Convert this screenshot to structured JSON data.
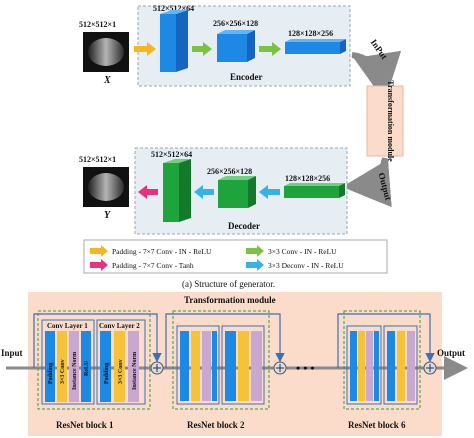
{
  "generator": {
    "input_dim": "512×512×1",
    "input_var": "X",
    "output_dim": "512×512×1",
    "output_var": "Y",
    "encoder": {
      "label": "Encoder",
      "dims": [
        "512×512×64",
        "256×256×128",
        "128×128×256"
      ]
    },
    "decoder": {
      "label": "Decoder",
      "dims": [
        "512×512×64",
        "256×256×128",
        "128×128×256"
      ]
    },
    "input_arrow_label": "InPut",
    "output_arrow_label": "Output",
    "transform_label": "Transformation module"
  },
  "legend": [
    {
      "label": "Padding - 7×7 Conv - IN - ReLU",
      "color": "#f5b622"
    },
    {
      "label": "3×3 Conv - IN - ReLU",
      "color": "#7cc242"
    },
    {
      "label": "Padding - 7×7 Conv - Tanh",
      "color": "#e8317f"
    },
    {
      "label": "3×3 Deconv - IN - ReLU",
      "color": "#33b3e6"
    }
  ],
  "caption": "(a) Structure of generator.",
  "transformation": {
    "title": "Transformation module",
    "input_label": "Input",
    "output_label": "Output",
    "conv_layer_1": "Conv Layer 1",
    "conv_layer_2": "Conv Layer 2",
    "layer_labels": [
      "Padding",
      "3×3 Conv",
      "Instance Norm",
      "ReLU"
    ],
    "layer_labels_2": [
      "Padding",
      "3×3 Conv",
      "Instance Norm"
    ],
    "blocks": [
      "ResNet block 1",
      "ResNet block 2",
      "ResNet block 6"
    ],
    "ellipsis": "• • •"
  },
  "colors": {
    "encoder_bg": "#e6edf3",
    "transform_bg": "#fbdccb",
    "blue": "#1e88e5",
    "green": "#1fa33c",
    "yellow": "#f5c23a",
    "pink": "#c9a7cf",
    "arrow": "#9a9a9a"
  }
}
